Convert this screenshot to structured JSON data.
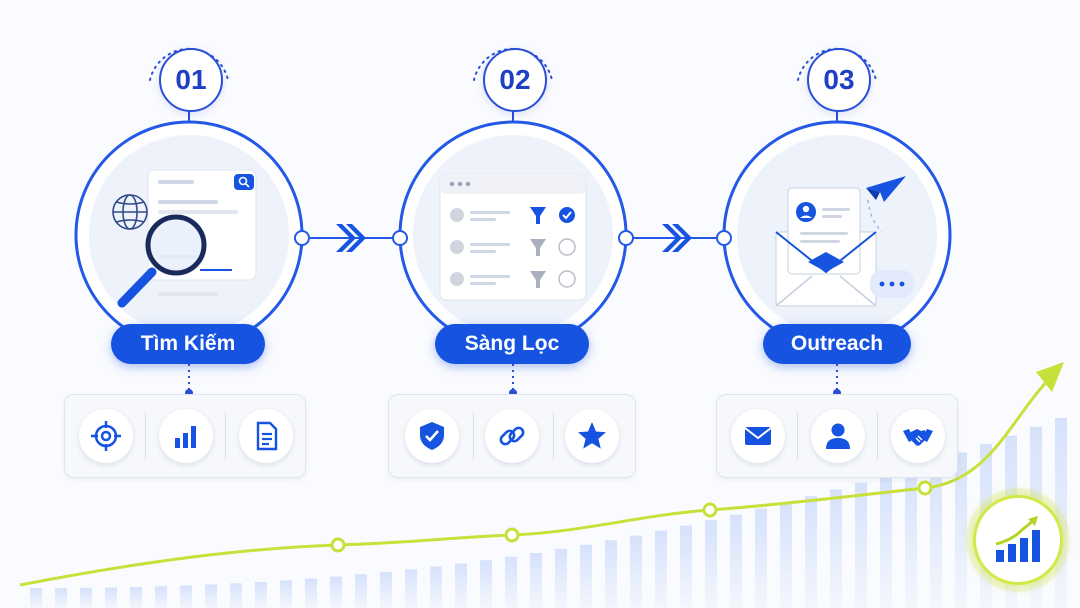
{
  "steps": [
    {
      "number": "01",
      "label": "Tìm Kiếm",
      "icons": [
        "target-icon",
        "bar-chart-icon",
        "document-icon"
      ]
    },
    {
      "number": "02",
      "label": "Sàng Lọc",
      "icons": [
        "shield-check-icon",
        "link-icon",
        "star-icon"
      ]
    },
    {
      "number": "03",
      "label": "Outreach",
      "icons": [
        "mail-icon",
        "person-icon",
        "handshake-icon"
      ]
    }
  ],
  "colors": {
    "primary": "#1553e0",
    "dark_blue": "#1f3fc4",
    "lime": "#c8e03a",
    "light_blue": "#dbe6fb"
  },
  "growth_badge": "growth-chart-icon"
}
